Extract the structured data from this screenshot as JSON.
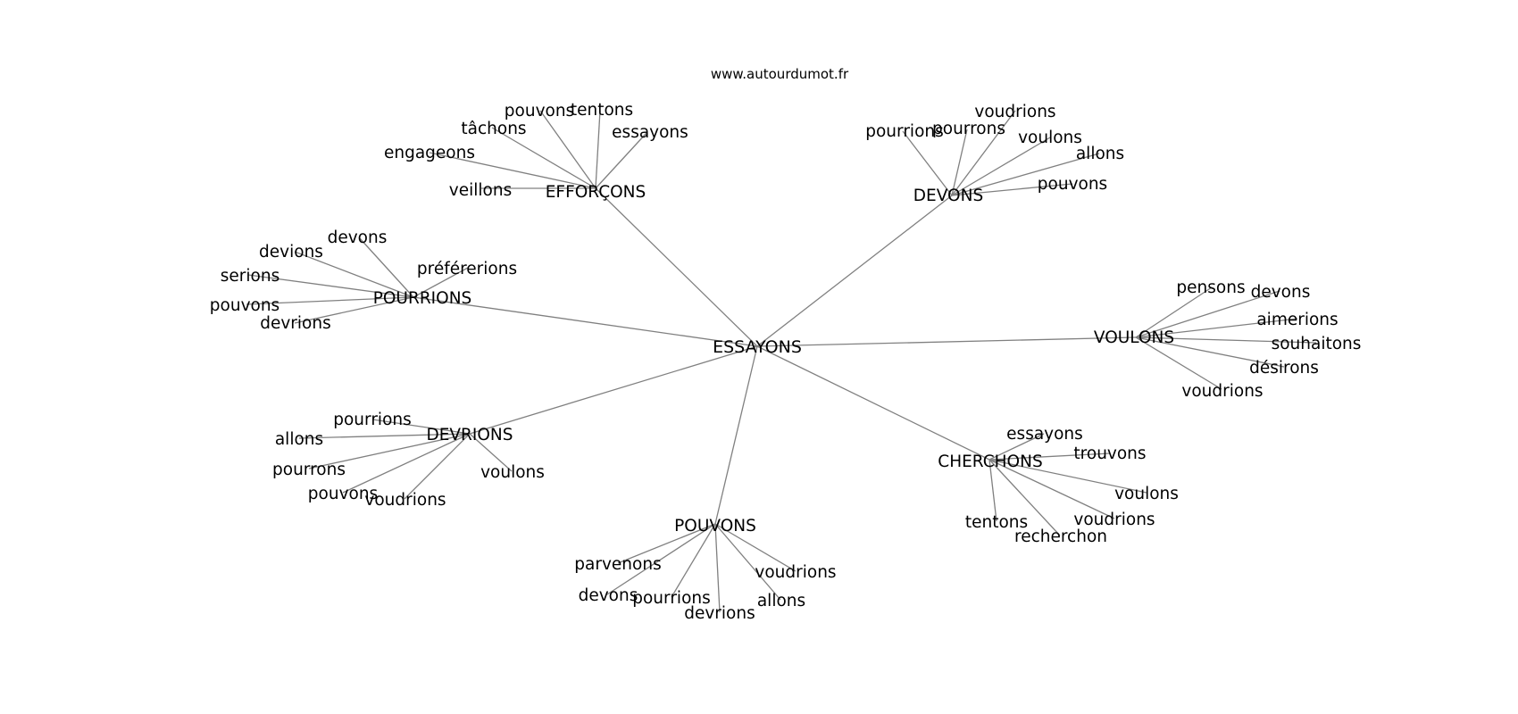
{
  "credit": "www.autourdumot.fr",
  "center": {
    "label": "ESSAYONS"
  },
  "groups": [
    {
      "label": "EFFORÇONS",
      "leaves": [
        "pouvons",
        "tentons",
        "tâchons",
        "essayons",
        "engageons",
        "veillons"
      ]
    },
    {
      "label": "DEVONS",
      "leaves": [
        "voudrions",
        "pourrions",
        "pourrons",
        "voulons",
        "allons",
        "pouvons"
      ]
    },
    {
      "label": "POURRIONS",
      "leaves": [
        "devons",
        "devions",
        "préférerions",
        "serions",
        "pouvons",
        "devrions"
      ]
    },
    {
      "label": "VOULONS",
      "leaves": [
        "pensons",
        "devons",
        "aimerions",
        "souhaitons",
        "désirons",
        "voudrions"
      ]
    },
    {
      "label": "DEVRIONS",
      "leaves": [
        "pourrions",
        "allons",
        "pourrons",
        "voulons",
        "pouvons",
        "voudrions"
      ]
    },
    {
      "label": "CHERCHONS",
      "leaves": [
        "essayons",
        "trouvons",
        "voulons",
        "voudrions",
        "tentons",
        "recherchon"
      ]
    },
    {
      "label": "POUVONS",
      "leaves": [
        "parvenons",
        "voudrions",
        "devons",
        "pourrions",
        "allons",
        "devrions"
      ]
    }
  ]
}
